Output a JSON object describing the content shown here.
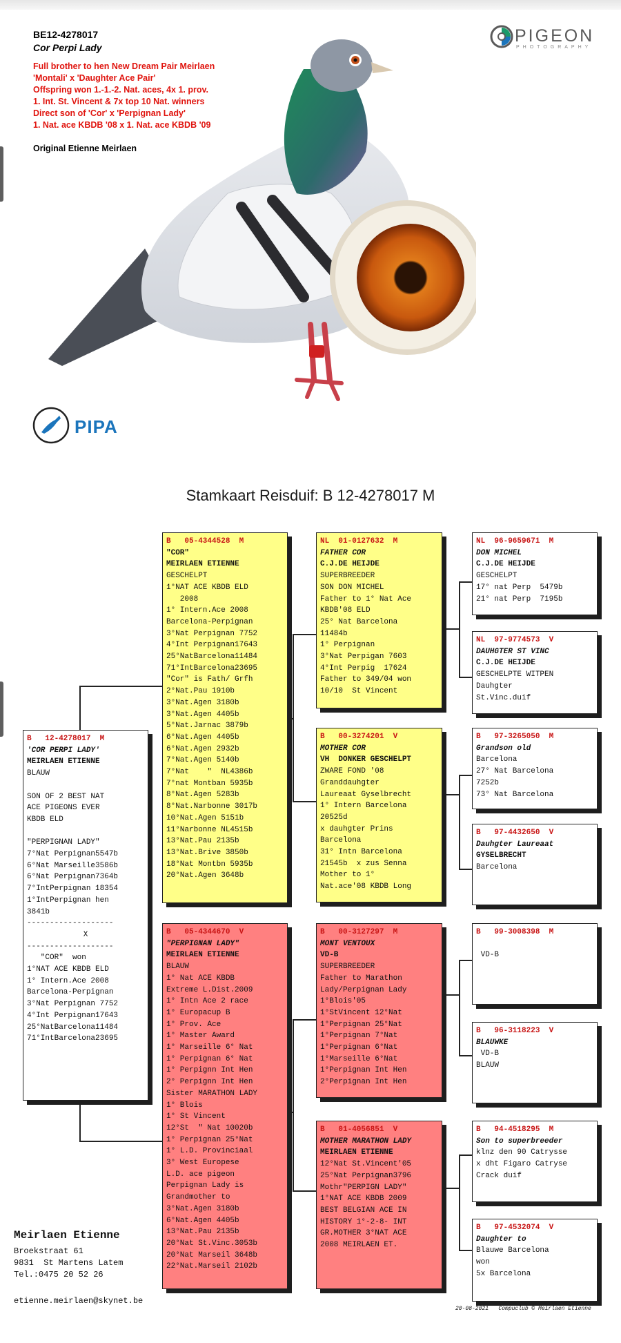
{
  "header": {
    "ring": "BE12-4278017",
    "name": "Cor Perpi Lady",
    "description": [
      "Full brother to hen New Dream Pair Meirlaen",
      "'Montali' x 'Daughter Ace Pair'",
      "Offspring won 1.-1.-2. Nat. aces, 4x 1. prov.",
      "1. Int. St. Vincent & 7x top 10 Nat. winners",
      "Direct son of 'Cor' x 'Perpignan Lady'",
      "1. Nat. ace KBDB '08 x 1. Nat. ace KBDB '09"
    ],
    "original": "Original Etienne Meirlaen"
  },
  "logos": {
    "pigeon_photography": {
      "title": "PIGEON",
      "subtitle": "PHOTOGRAPHY"
    },
    "pipa": "PIPA"
  },
  "colors": {
    "description_red": "#e0140e",
    "box_yellow": "#ffff88",
    "box_red": "#ff8080",
    "ring_red": "#c81414",
    "pipa_blue": "#1b75bc"
  },
  "title": "Stamkaart Reisduif: B   12-4278017 M",
  "pedigree": {
    "subject": {
      "ring": "B   12-4278017  M",
      "lines": [
        {
          "t": "'COR PERPI LADY'",
          "s": "bi"
        },
        {
          "t": "MEIRLAEN ETIENNE",
          "s": "b"
        },
        {
          "t": "BLAUW",
          "s": ""
        },
        {
          "t": "",
          "s": ""
        },
        {
          "t": "SON OF 2 BEST NAT",
          "s": ""
        },
        {
          "t": "ACE PIGEONS EVER",
          "s": ""
        },
        {
          "t": "KBDB ELD",
          "s": ""
        },
        {
          "t": "",
          "s": ""
        },
        {
          "t": "\"PERPIGNAN LADY\"",
          "s": ""
        },
        {
          "t": "7°Nat Perpignan5547b",
          "s": ""
        },
        {
          "t": "6°Nat Marseille3586b",
          "s": ""
        },
        {
          "t": "6°Nat Perpignan7364b",
          "s": ""
        },
        {
          "t": "7°IntPerpignan 18354",
          "s": ""
        },
        {
          "t": "1°IntPerpignan hen",
          "s": ""
        },
        {
          "t": "3841b",
          "s": ""
        },
        {
          "t": "-------------------",
          "s": ""
        },
        {
          "t": "X",
          "s": "ctr"
        },
        {
          "t": "-------------------",
          "s": ""
        },
        {
          "t": "   \"COR\"  won",
          "s": ""
        },
        {
          "t": "1°NAT ACE KBDB ELD",
          "s": ""
        },
        {
          "t": "1° Intern.Ace 2008",
          "s": ""
        },
        {
          "t": "Barcelona-Perpignan",
          "s": ""
        },
        {
          "t": "3°Nat Perpignan 7752",
          "s": ""
        },
        {
          "t": "4°Int Perpignan17643",
          "s": ""
        },
        {
          "t": "25°NatBarcelona11484",
          "s": ""
        },
        {
          "t": "71°IntBarcelona23695",
          "s": ""
        }
      ]
    },
    "father": {
      "ring": "B   05-4344528  M",
      "lines": [
        {
          "t": "\"COR\"",
          "s": "b"
        },
        {
          "t": "MEIRLAEN ETIENNE",
          "s": "b"
        },
        {
          "t": "GESCHELPT",
          "s": ""
        },
        {
          "t": "1°NAT ACE KBDB ELD",
          "s": ""
        },
        {
          "t": "   2008",
          "s": ""
        },
        {
          "t": "1° Intern.Ace 2008",
          "s": ""
        },
        {
          "t": "Barcelona-Perpignan",
          "s": ""
        },
        {
          "t": "3°Nat Perpignan 7752",
          "s": ""
        },
        {
          "t": "4°Int Perpignan17643",
          "s": ""
        },
        {
          "t": "25°NatBarcelona11484",
          "s": ""
        },
        {
          "t": "71°IntBarcelona23695",
          "s": ""
        },
        {
          "t": "\"Cor\" is Fath/ Grfh",
          "s": ""
        },
        {
          "t": "2°Nat.Pau 1910b",
          "s": ""
        },
        {
          "t": "3°Nat.Agen 3180b",
          "s": ""
        },
        {
          "t": "3°Nat.Agen 4405b",
          "s": ""
        },
        {
          "t": "5°Nat.Jarnac 3879b",
          "s": ""
        },
        {
          "t": "6°Nat.Agen 4405b",
          "s": ""
        },
        {
          "t": "6°Nat.Agen 2932b",
          "s": ""
        },
        {
          "t": "7°Nat.Agen 5140b",
          "s": ""
        },
        {
          "t": "7°Nat    \"  NL4386b",
          "s": ""
        },
        {
          "t": "7°nat Montban 5935b",
          "s": ""
        },
        {
          "t": "8°Nat.Agen 5283b",
          "s": ""
        },
        {
          "t": "8°Nat.Narbonne 3017b",
          "s": ""
        },
        {
          "t": "10°Nat.Agen 5151b",
          "s": ""
        },
        {
          "t": "11°Narbonne NL4515b",
          "s": ""
        },
        {
          "t": "13°Nat.Pau 2135b",
          "s": ""
        },
        {
          "t": "13°Nat.Brive 3850b",
          "s": ""
        },
        {
          "t": "18°Nat Montbn 5935b",
          "s": ""
        },
        {
          "t": "20°Nat.Agen 3648b",
          "s": ""
        }
      ]
    },
    "mother": {
      "ring": "B   05-4344670  V",
      "lines": [
        {
          "t": "\"PERPIGNAN LADY\"",
          "s": "bi"
        },
        {
          "t": "MEIRLAEN ETIENNE",
          "s": "b"
        },
        {
          "t": "BLAUW",
          "s": ""
        },
        {
          "t": "1° Nat ACE KBDB",
          "s": ""
        },
        {
          "t": "Extreme L.Dist.2009",
          "s": ""
        },
        {
          "t": "1° Intn Ace 2 race",
          "s": ""
        },
        {
          "t": "1° Europacup B",
          "s": ""
        },
        {
          "t": "1° Prov. Ace",
          "s": ""
        },
        {
          "t": "1° Master Award",
          "s": ""
        },
        {
          "t": "1° Marseille 6° Nat",
          "s": ""
        },
        {
          "t": "1° Perpignan 6° Nat",
          "s": ""
        },
        {
          "t": "1° Perpignn Int Hen",
          "s": ""
        },
        {
          "t": "2° Perpignn Int Hen",
          "s": ""
        },
        {
          "t": "Sister MARATHON LADY",
          "s": ""
        },
        {
          "t": "1° Blois",
          "s": ""
        },
        {
          "t": "1° St Vincent",
          "s": ""
        },
        {
          "t": "12°St  \" Nat 10020b",
          "s": ""
        },
        {
          "t": "1° Perpignan 25°Nat",
          "s": ""
        },
        {
          "t": "1° L.D. Provinciaal",
          "s": ""
        },
        {
          "t": "3° West Europese",
          "s": ""
        },
        {
          "t": "L.D. ace pigeon",
          "s": ""
        },
        {
          "t": "Perpignan Lady is",
          "s": ""
        },
        {
          "t": "Grandmother to",
          "s": ""
        },
        {
          "t": "3°Nat.Agen 3180b",
          "s": ""
        },
        {
          "t": "6°Nat.Agen 4405b",
          "s": ""
        },
        {
          "t": "13°Nat.Pau 2135b",
          "s": ""
        },
        {
          "t": "20°Nat St.Vinc.3053b",
          "s": ""
        },
        {
          "t": "20°Nat Marseil 3648b",
          "s": ""
        },
        {
          "t": "22°Nat.Marseil 2102b",
          "s": ""
        }
      ]
    },
    "ff": {
      "ring": "NL  01-0127632  M",
      "lines": [
        {
          "t": "FATHER COR",
          "s": "bi"
        },
        {
          "t": "C.J.DE HEIJDE",
          "s": "b"
        },
        {
          "t": "SUPERBREEDER",
          "s": ""
        },
        {
          "t": "SON DON MICHEL",
          "s": ""
        },
        {
          "t": "Father to 1° Nat Ace",
          "s": ""
        },
        {
          "t": "KBDB'08 ELD",
          "s": ""
        },
        {
          "t": "25° Nat Barcelona",
          "s": ""
        },
        {
          "t": "11484b",
          "s": ""
        },
        {
          "t": "1° Perpignan",
          "s": ""
        },
        {
          "t": "3°Nat Perpigan 7603",
          "s": ""
        },
        {
          "t": "4°Int Perpig  17624",
          "s": ""
        },
        {
          "t": "Father to 349/04 won",
          "s": ""
        },
        {
          "t": "10/10  St Vincent",
          "s": ""
        }
      ]
    },
    "fm": {
      "ring": "B   00-3274201  V",
      "lines": [
        {
          "t": "MOTHER COR",
          "s": "bi"
        },
        {
          "t": "VH  DONKER GESCHELPT",
          "s": "b"
        },
        {
          "t": "ZWARE FOND '08",
          "s": ""
        },
        {
          "t": "Granddauhgter",
          "s": ""
        },
        {
          "t": "Laureaat Gyselbrecht",
          "s": ""
        },
        {
          "t": "1° Intern Barcelona",
          "s": ""
        },
        {
          "t": "20525d",
          "s": ""
        },
        {
          "t": "x dauhgter Prins",
          "s": ""
        },
        {
          "t": "Barcelona",
          "s": ""
        },
        {
          "t": "31° Intn Barcelona",
          "s": ""
        },
        {
          "t": "21545b  x zus Senna",
          "s": ""
        },
        {
          "t": "Mother to 1°",
          "s": ""
        },
        {
          "t": "Nat.ace'08 KBDB Long",
          "s": ""
        }
      ]
    },
    "mf": {
      "ring": "B   00-3127297  M",
      "lines": [
        {
          "t": "MONT VENTOUX",
          "s": "bi"
        },
        {
          "t": "VD-B",
          "s": "b"
        },
        {
          "t": "SUPERBREEDER",
          "s": ""
        },
        {
          "t": "Father to Marathon",
          "s": ""
        },
        {
          "t": "Lady/Perpignan Lady",
          "s": ""
        },
        {
          "t": "1°Blois'05",
          "s": ""
        },
        {
          "t": "1°StVincent 12°Nat",
          "s": ""
        },
        {
          "t": "1°Perpignan 25°Nat",
          "s": ""
        },
        {
          "t": "1°Perpignan 7°Nat",
          "s": ""
        },
        {
          "t": "1°Perpignan 6°Nat",
          "s": ""
        },
        {
          "t": "1°Marseille 6°Nat",
          "s": ""
        },
        {
          "t": "1°Perpignan Int Hen",
          "s": ""
        },
        {
          "t": "2°Perpignan Int Hen",
          "s": ""
        }
      ]
    },
    "mm": {
      "ring": "B   01-4056851  V",
      "lines": [
        {
          "t": "MOTHER MARATHON LADY",
          "s": "bi"
        },
        {
          "t": "MEIRLAEN ETIENNE",
          "s": "b"
        },
        {
          "t": "12°Nat St.Vincent'05",
          "s": ""
        },
        {
          "t": "25°Nat Perpignan3796",
          "s": ""
        },
        {
          "t": "Mothr\"PERPIGN LADY\"",
          "s": ""
        },
        {
          "t": "1°NAT ACE KBDB 2009",
          "s": ""
        },
        {
          "t": "BEST BELGIAN ACE IN",
          "s": ""
        },
        {
          "t": "HISTORY 1°-2-8- INT",
          "s": ""
        },
        {
          "t": "GR.MOTHER 3°NAT ACE",
          "s": ""
        },
        {
          "t": "2008 MEIRLAEN ET.",
          "s": ""
        }
      ]
    },
    "fff": {
      "ring": "NL  96-9659671  M",
      "lines": [
        {
          "t": "DON MICHEL",
          "s": "bi"
        },
        {
          "t": "C.J.DE HEIJDE",
          "s": "b"
        },
        {
          "t": "GESCHELPT",
          "s": ""
        },
        {
          "t": "17° nat Perp  5479b",
          "s": ""
        },
        {
          "t": "21° nat Perp  7195b",
          "s": ""
        }
      ]
    },
    "ffm": {
      "ring": "NL  97-9774573  V",
      "lines": [
        {
          "t": "DAUHGTER ST VINC",
          "s": "bi"
        },
        {
          "t": "C.J.DE HEIJDE",
          "s": "b"
        },
        {
          "t": "GESCHELPTE WITPEN",
          "s": ""
        },
        {
          "t": "Dauhgter",
          "s": ""
        },
        {
          "t": "St.Vinc.duif",
          "s": ""
        }
      ]
    },
    "fmf": {
      "ring": "B   97-3265050  M",
      "lines": [
        {
          "t": "Grandson old",
          "s": "bi"
        },
        {
          "t": "Barcelona",
          "s": ""
        },
        {
          "t": "27° Nat Barcelona",
          "s": ""
        },
        {
          "t": "7252b",
          "s": ""
        },
        {
          "t": "73° Nat Barcelona",
          "s": ""
        }
      ]
    },
    "fmm": {
      "ring": "B   97-4432650  V",
      "lines": [
        {
          "t": "Dauhgter Laureaat",
          "s": "bi"
        },
        {
          "t": "GYSELBRECHT",
          "s": "b"
        },
        {
          "t": "Barcelona",
          "s": ""
        }
      ]
    },
    "mff": {
      "ring": "B   99-3008398  M",
      "lines": [
        {
          "t": "",
          "s": ""
        },
        {
          "t": " VD-B",
          "s": ""
        }
      ]
    },
    "mfm": {
      "ring": "B   96-3118223  V",
      "lines": [
        {
          "t": "BLAUWKE",
          "s": "bi"
        },
        {
          "t": " VD-B",
          "s": ""
        },
        {
          "t": "BLAUW",
          "s": ""
        }
      ]
    },
    "mmf": {
      "ring": "B   94-4518295  M",
      "lines": [
        {
          "t": "Son to superbreeder",
          "s": "bi"
        },
        {
          "t": "klnz den 90 Catrysse",
          "s": ""
        },
        {
          "t": "x dht Figaro Catryse",
          "s": ""
        },
        {
          "t": "Crack duif",
          "s": ""
        }
      ]
    },
    "mmm": {
      "ring": "B   97-4532074  V",
      "lines": [
        {
          "t": "Daughter to",
          "s": "bi"
        },
        {
          "t": "Blauwe Barcelona",
          "s": ""
        },
        {
          "t": "won",
          "s": ""
        },
        {
          "t": "5x Barcelona",
          "s": ""
        }
      ]
    }
  },
  "breeder": {
    "name": "Meirlaen Etienne",
    "street": "Broekstraat 61",
    "city": "9831  St Martens Latem",
    "tel": "Tel.:0475 20 52 26",
    "email": "etienne.meirlaen@skynet.be"
  },
  "footer": "20-08-2021   Compuclub © Meirlaen Etienne"
}
